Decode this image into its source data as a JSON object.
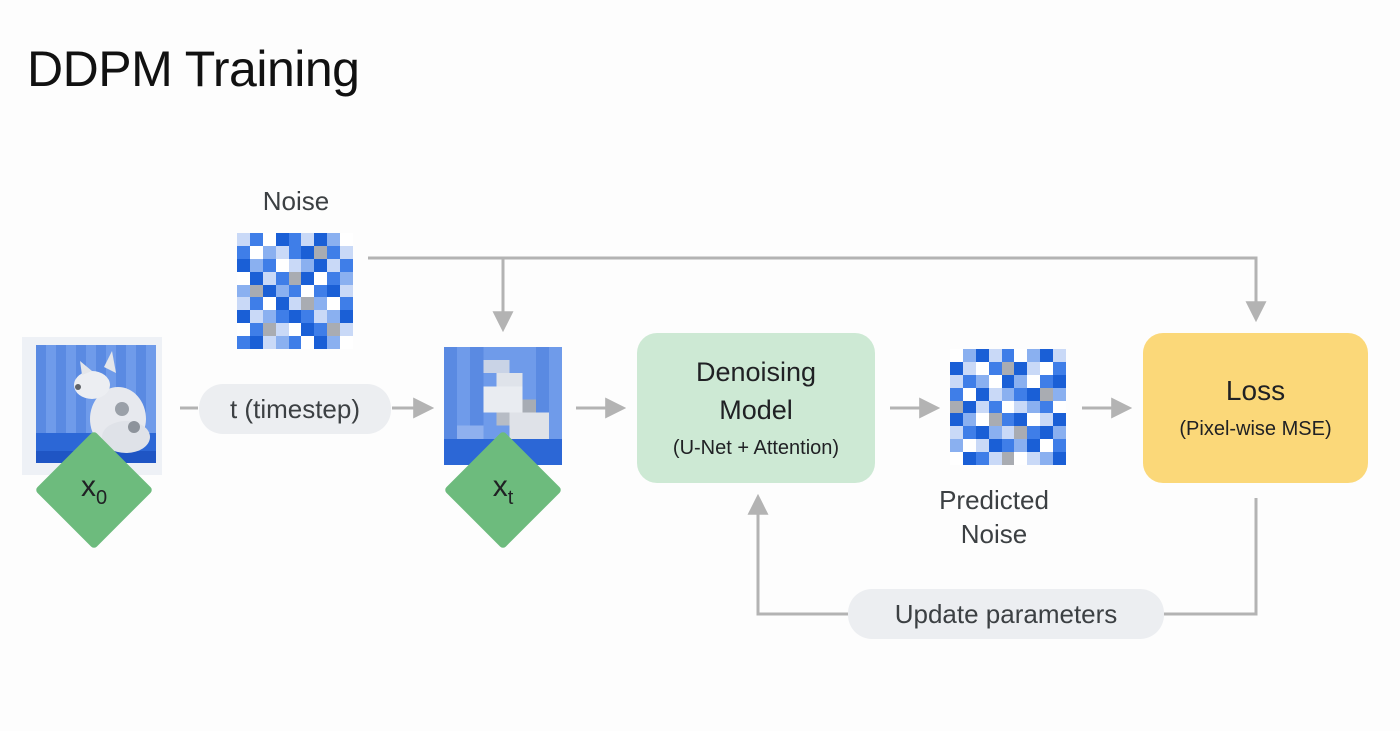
{
  "title": "DDPM Training",
  "noise_label": "Noise",
  "timestep_label": "t (timestep)",
  "x0": {
    "base": "x",
    "sub": "0"
  },
  "xt": {
    "base": "x",
    "sub": "t"
  },
  "model": {
    "line1": "Denoising",
    "line2": "Model",
    "sub": "(U-Net + Attention)"
  },
  "predicted_label": {
    "line1": "Predicted",
    "line2": "Noise"
  },
  "loss": {
    "title": "Loss",
    "sub": "(Pixel-wise MSE)"
  },
  "update_label": "Update parameters",
  "colors": {
    "arrow": "#b3b3b3",
    "model_fill": "#cde9d4",
    "loss_fill": "#fbd879",
    "diamond": "#6dbb7d",
    "pill": "#eceef1"
  },
  "noise_palette": [
    "#1a5fd6",
    "#3f7ee8",
    "#8ab0f0",
    "#c9d9f7",
    "#ffffff",
    "#a9acb2"
  ],
  "noise_pattern": [
    [
      3,
      1,
      4,
      0,
      1,
      3,
      0,
      2,
      4
    ],
    [
      1,
      4,
      2,
      3,
      1,
      0,
      5,
      1,
      3
    ],
    [
      0,
      2,
      1,
      4,
      3,
      2,
      0,
      3,
      1
    ],
    [
      4,
      0,
      3,
      1,
      5,
      0,
      4,
      1,
      2
    ],
    [
      2,
      5,
      0,
      2,
      1,
      4,
      1,
      0,
      3
    ],
    [
      3,
      1,
      4,
      0,
      3,
      5,
      2,
      4,
      1
    ],
    [
      0,
      3,
      2,
      1,
      0,
      1,
      3,
      2,
      0
    ],
    [
      4,
      1,
      5,
      3,
      4,
      0,
      1,
      5,
      3
    ],
    [
      1,
      0,
      3,
      2,
      1,
      4,
      0,
      2,
      4
    ]
  ],
  "pred_pattern": [
    [
      4,
      2,
      0,
      3,
      1,
      4,
      2,
      0,
      3
    ],
    [
      0,
      3,
      4,
      1,
      5,
      0,
      3,
      4,
      1
    ],
    [
      3,
      1,
      2,
      4,
      0,
      2,
      4,
      1,
      0
    ],
    [
      1,
      4,
      0,
      3,
      2,
      1,
      0,
      5,
      2
    ],
    [
      5,
      0,
      3,
      1,
      4,
      3,
      2,
      1,
      4
    ],
    [
      0,
      2,
      4,
      5,
      1,
      0,
      4,
      3,
      0
    ],
    [
      3,
      1,
      0,
      2,
      3,
      5,
      1,
      0,
      2
    ],
    [
      2,
      4,
      3,
      0,
      1,
      2,
      0,
      4,
      1
    ],
    [
      4,
      0,
      1,
      3,
      5,
      4,
      3,
      2,
      0
    ]
  ]
}
